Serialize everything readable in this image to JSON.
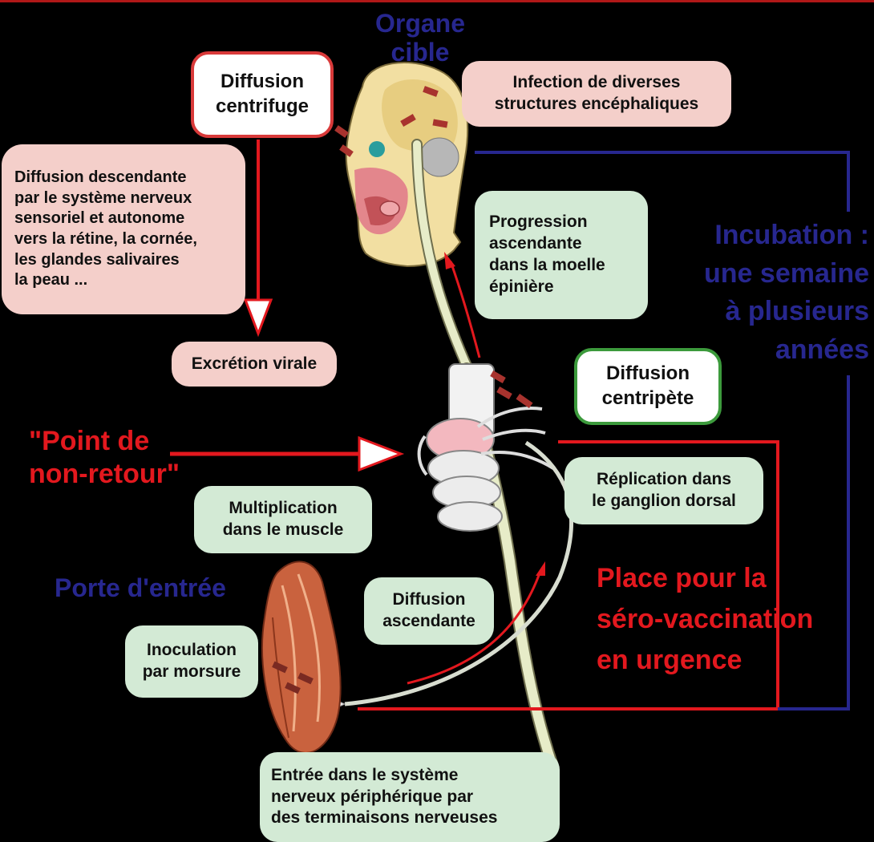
{
  "labels": {
    "organe_cible": [
      "Organe",
      "cible"
    ],
    "infection": [
      "Infection de diverses",
      "structures encéphaliques"
    ],
    "diffusion_centrifuge": [
      "Diffusion",
      "centrifuge"
    ],
    "diffusion_descendante": [
      "Diffusion descendante",
      "par le système nerveux",
      "sensoriel et autonome",
      "vers la rétine, la cornée,",
      "les glandes salivaires",
      "la peau ..."
    ],
    "excretion": "Excrétion virale",
    "progression": [
      "Progression",
      "ascendante",
      "dans la moelle",
      "épinière"
    ],
    "incubation": [
      "Incubation :",
      "une semaine",
      "à plusieurs",
      "années"
    ],
    "diffusion_centripete": [
      "Diffusion",
      "centripète"
    ],
    "point_non_retour": [
      "\"Point de",
      "non-retour\""
    ],
    "replication": [
      "Réplication dans",
      "le ganglion dorsal"
    ],
    "multiplication": [
      "Multiplication",
      "dans le muscle"
    ],
    "place_serovaccination": [
      "Place pour la",
      "séro-vaccination",
      "en urgence"
    ],
    "porte_entree": "Porte d'entrée",
    "diffusion_ascendante": [
      "Diffusion",
      "ascendante"
    ],
    "inoculation": [
      "Inoculation",
      "par morsure"
    ],
    "entree_systeme": [
      "Entrée dans le système",
      "nerveux périphérique par",
      "des terminaisons nerveuses"
    ]
  },
  "colors": {
    "background": "#000000",
    "pink_box": "#f4cfca",
    "green_box": "#d3ead5",
    "red_text": "#e3181e",
    "blue_text": "#27278f",
    "red_border": "#d93a3a",
    "green_border": "#3c9a3c",
    "nerve": "#e7ecc8",
    "muscle": "#c9623e"
  }
}
